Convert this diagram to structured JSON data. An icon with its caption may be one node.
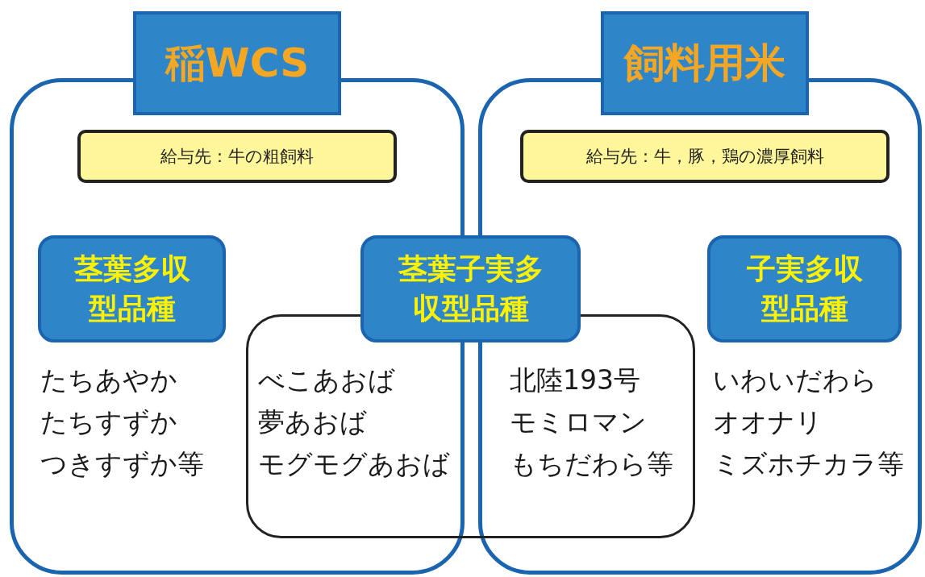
{
  "diagram": {
    "nodes": [
      {
        "text": [],
        "shape": "box"
      },
      {
        "text": [
          "稲WCS"
        ]
      },
      {
        "text": [
          "給与先：牛の粗飼料"
        ],
        "in": 0
      },
      {
        "text": [
          "茎葉多収型品種"
        ],
        "in": 0
      },
      {
        "text": [],
        "shape": "box"
      },
      {
        "text": [
          "飼料用米"
        ]
      },
      {
        "text": [
          "給与先：牛，豚，鶏の濃厚飼料"
        ],
        "in": 4
      },
      {
        "text": [],
        "shape": "box"
      },
      {
        "text": [
          "茎葉子実多収型品種"
        ]
      },
      {
        "text": [
          "子実多収型品種"
        ],
        "in": 4
      }
    ],
    "labels": [
      "たちあやか",
      "たちすずか",
      "つきすずか等",
      "べこあおば",
      "夢あおば",
      "モグモグあおば",
      "北陸193号",
      "モミロマン",
      "もちだわら等",
      "いわいだわら",
      "オオナリ",
      "ミズホチカラ等"
    ]
  }
}
